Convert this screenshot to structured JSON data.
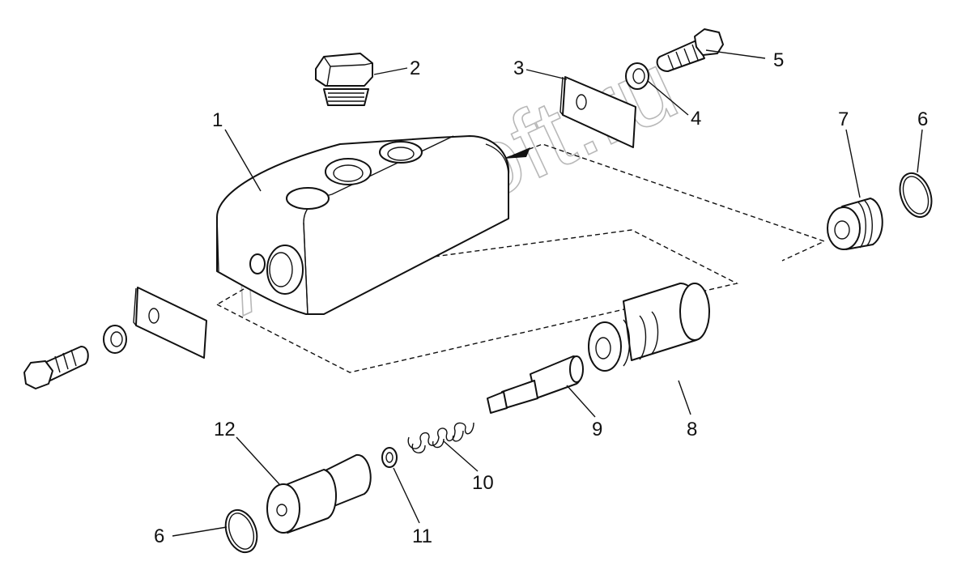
{
  "watermark": "AutoSoft.ru",
  "callouts": [
    {
      "id": "1",
      "label": "1"
    },
    {
      "id": "2",
      "label": "2"
    },
    {
      "id": "3",
      "label": "3"
    },
    {
      "id": "4",
      "label": "4"
    },
    {
      "id": "5",
      "label": "5"
    },
    {
      "id": "6a",
      "label": "6"
    },
    {
      "id": "7",
      "label": "7"
    },
    {
      "id": "8",
      "label": "8"
    },
    {
      "id": "9",
      "label": "9"
    },
    {
      "id": "10",
      "label": "10"
    },
    {
      "id": "11",
      "label": "11"
    },
    {
      "id": "12",
      "label": "12"
    },
    {
      "id": "6b",
      "label": "6"
    }
  ]
}
